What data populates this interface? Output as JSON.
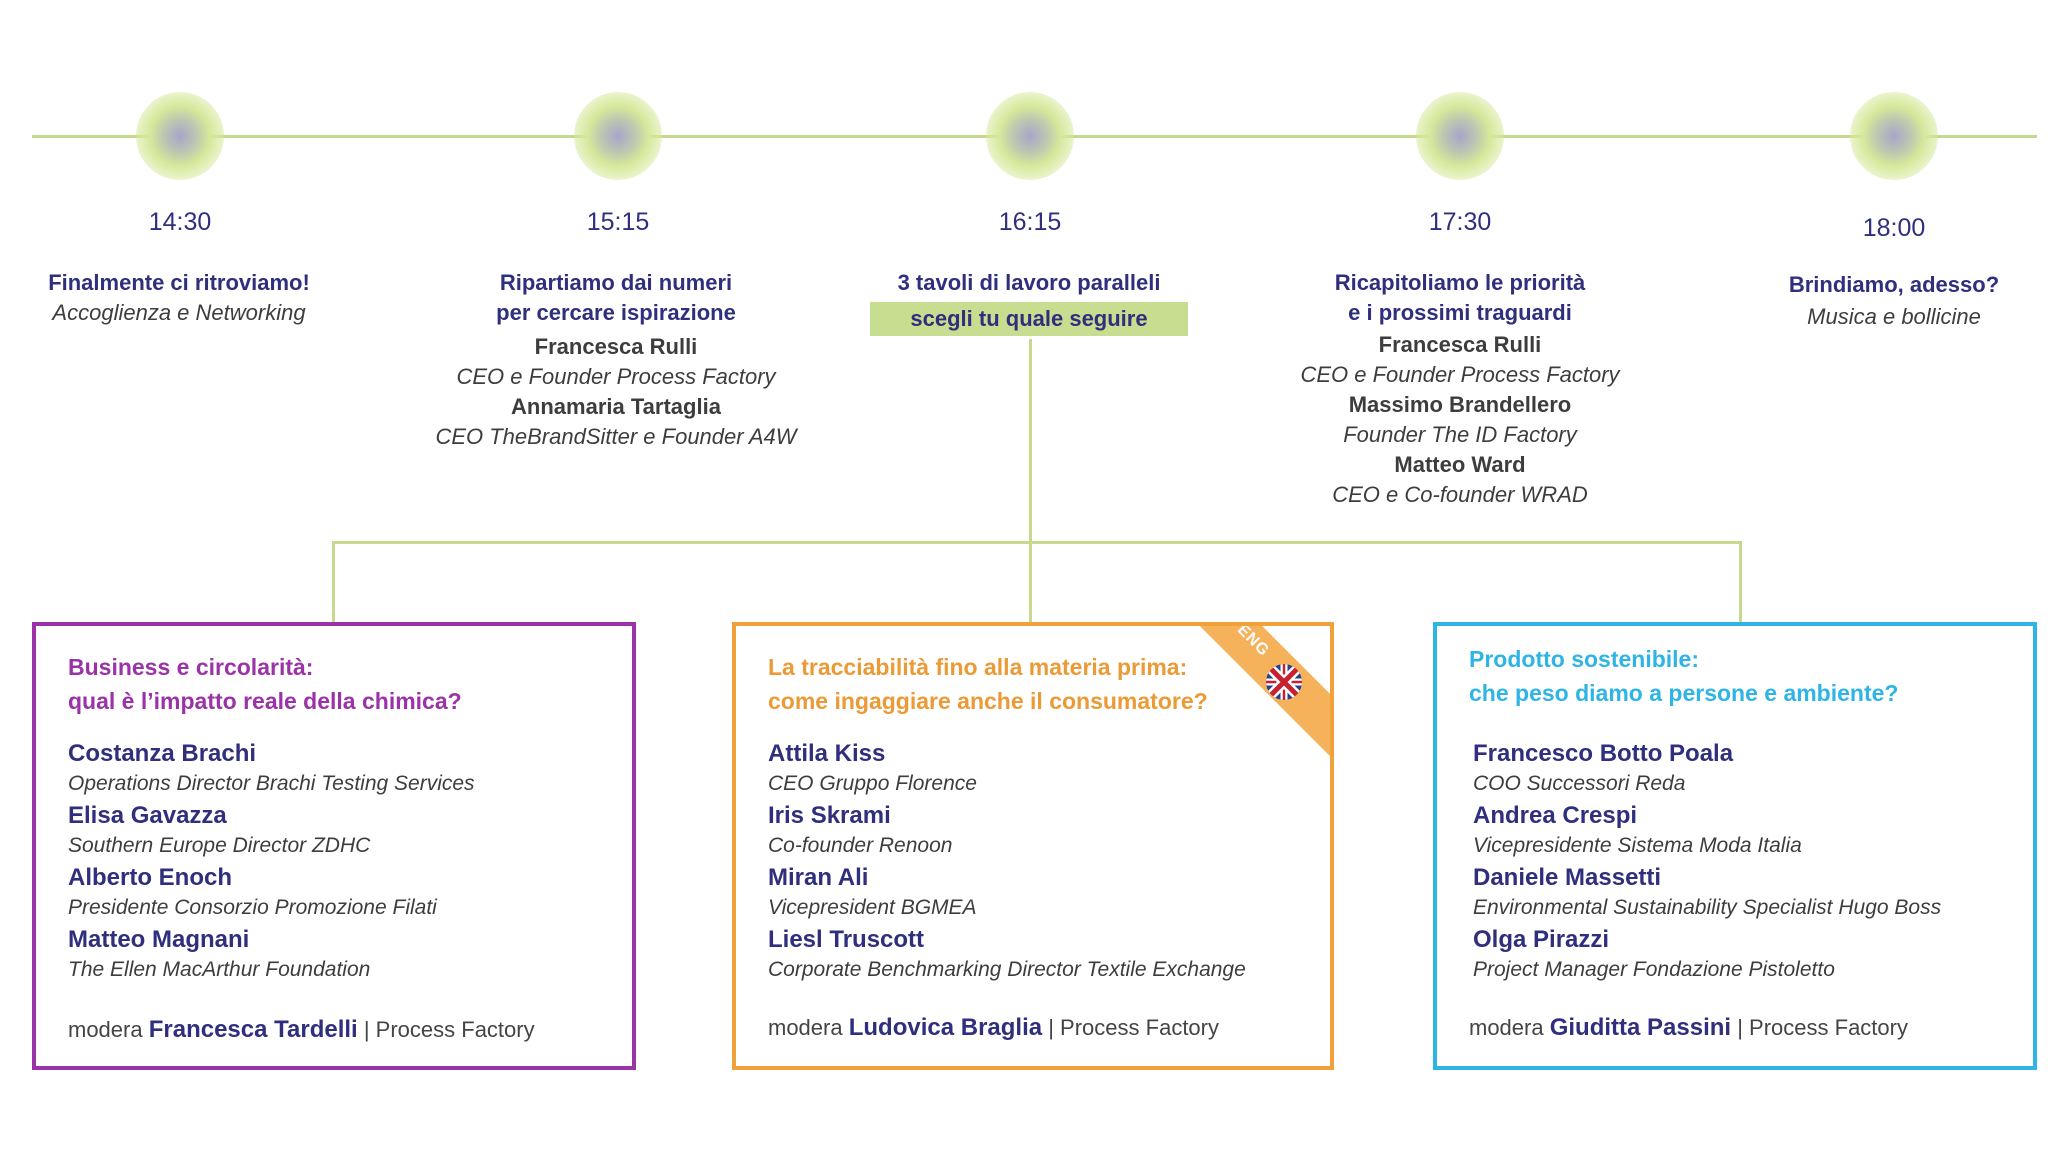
{
  "timeline": [
    {
      "time": "14:30",
      "title": "Finalmente ci ritroviamo!",
      "subtitle": "Accoglienza e Networking"
    },
    {
      "time": "15:15",
      "title_l1": "Ripartiamo dai numeri",
      "title_l2": "per cercare ispirazione",
      "speakers": [
        {
          "name": "Francesca Rulli",
          "role": "CEO e Founder Process Factory"
        },
        {
          "name": "Annamaria Tartaglia",
          "role": "CEO TheBrandSitter e Founder A4W"
        }
      ]
    },
    {
      "time": "16:15",
      "title": "3 tavoli di lavoro paralleli",
      "badge": "scegli tu quale seguire"
    },
    {
      "time": "17:30",
      "title_l1": "Ricapitoliamo le priorità",
      "title_l2": "e i prossimi traguardi",
      "speakers": [
        {
          "name": "Francesca Rulli",
          "role": "CEO e Founder Process Factory"
        },
        {
          "name": "Massimo Brandellero",
          "role": "Founder The ID Factory"
        },
        {
          "name": "Matteo Ward",
          "role": "CEO e Co-founder WRAD"
        }
      ]
    },
    {
      "time": "18:00",
      "title": "Brindiamo, adesso?",
      "subtitle": "Musica e bollicine"
    }
  ],
  "tables": [
    {
      "title_l1": "Business e circolarità:",
      "title_l2": "qual è l’impatto reale della chimica?",
      "color": "#9b33a8",
      "speakers": [
        {
          "name": "Costanza Brachi",
          "role": "Operations Director Brachi Testing Services"
        },
        {
          "name": "Elisa Gavazza",
          "role": "Southern Europe Director ZDHC"
        },
        {
          "name": "Alberto Enoch",
          "role": "Presidente Consorzio Promozione Filati"
        },
        {
          "name": "Matteo Magnani",
          "role": "The Ellen MacArthur Foundation"
        }
      ],
      "moderator_prefix": "modera",
      "moderator": "Francesca Tardelli",
      "moderator_suffix": "| Process Factory"
    },
    {
      "title_l1": "La tracciabilità fino alla materia prima:",
      "title_l2": "come ingaggiare anche il consumatore?",
      "color": "#eb9a35",
      "ribbon": "ENG",
      "speakers": [
        {
          "name": "Attila Kiss",
          "role": "CEO Gruppo Florence"
        },
        {
          "name": "Iris Skrami",
          "role": "Co-founder Renoon"
        },
        {
          "name": "Miran Ali",
          "role": "Vicepresident BGMEA"
        },
        {
          "name": "Liesl Truscott",
          "role": "Corporate Benchmarking Director Textile Exchange"
        }
      ],
      "moderator_prefix": "modera",
      "moderator": "Ludovica Braglia",
      "moderator_suffix": "| Process Factory"
    },
    {
      "title_l1": "Prodotto sostenibile:",
      "title_l2": "che peso diamo a persone e ambiente?",
      "color": "#2fb4e6",
      "speakers": [
        {
          "name": "Francesco Botto Poala",
          "role": "COO Successori Reda"
        },
        {
          "name": "Andrea Crespi",
          "role": "Vicepresidente Sistema Moda Italia"
        },
        {
          "name": "Daniele Massetti",
          "role": "Environmental Sustainability Specialist Hugo Boss"
        },
        {
          "name": "Olga Pirazzi",
          "role": "Project Manager Fondazione Pistoletto"
        }
      ],
      "moderator_prefix": "modera",
      "moderator": "Giuditta Passini",
      "moderator_suffix": "| Process Factory"
    }
  ],
  "icons": {
    "timeline_dot": "glow-dot-icon",
    "flag": "uk-flag-icon"
  },
  "colors": {
    "navy": "#2f2f7e",
    "line": "#c6d98c",
    "purple": "#9b33a8",
    "orange": "#f0a13a",
    "blue": "#2fb4e6"
  }
}
